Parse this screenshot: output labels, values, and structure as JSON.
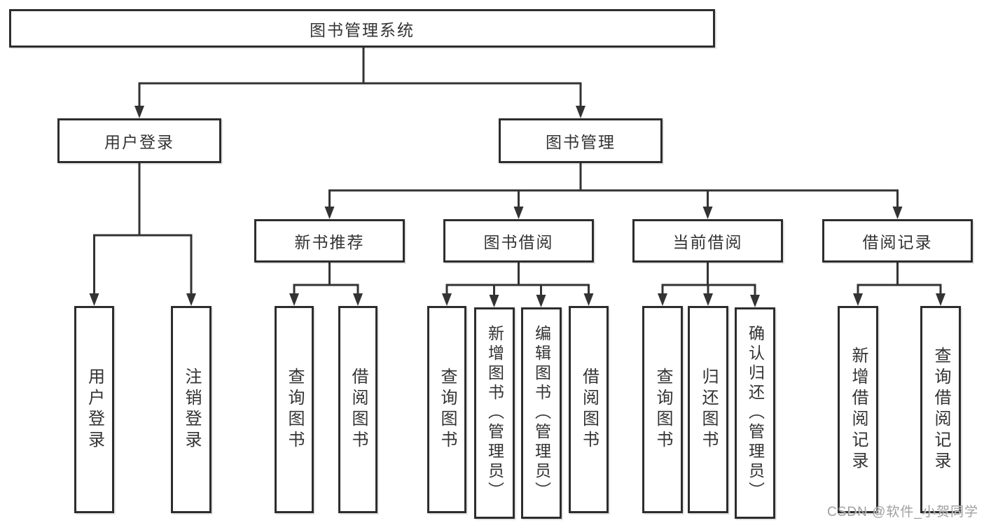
{
  "diagram": {
    "colors": {
      "box_border": "#2d2d2d",
      "line": "#333333",
      "text": "#333333",
      "watermark": "#989898",
      "background": "#ffffff"
    },
    "watermark": "CSDN @软件_小贺同学",
    "tree": {
      "root": "图书管理系统",
      "children": [
        {
          "label": "用户登录",
          "children": [
            {
              "label": "用户登录"
            },
            {
              "label": "注销登录"
            }
          ]
        },
        {
          "label": "图书管理",
          "children": [
            {
              "label": "新书推荐",
              "children": [
                {
                  "label": "查询图书"
                },
                {
                  "label": "借阅图书"
                }
              ]
            },
            {
              "label": "图书借阅",
              "children": [
                {
                  "label": "查询图书"
                },
                {
                  "label": "新增图书（管理员）"
                },
                {
                  "label": "编辑图书（管理员）"
                },
                {
                  "label": "借阅图书"
                }
              ]
            },
            {
              "label": "当前借阅",
              "children": [
                {
                  "label": "查询图书"
                },
                {
                  "label": "归还图书"
                },
                {
                  "label": "确认归还（管理员）"
                }
              ]
            },
            {
              "label": "借阅记录",
              "children": [
                {
                  "label": "新增借阅记录"
                },
                {
                  "label": "查询借阅记录"
                }
              ]
            }
          ]
        }
      ]
    }
  }
}
